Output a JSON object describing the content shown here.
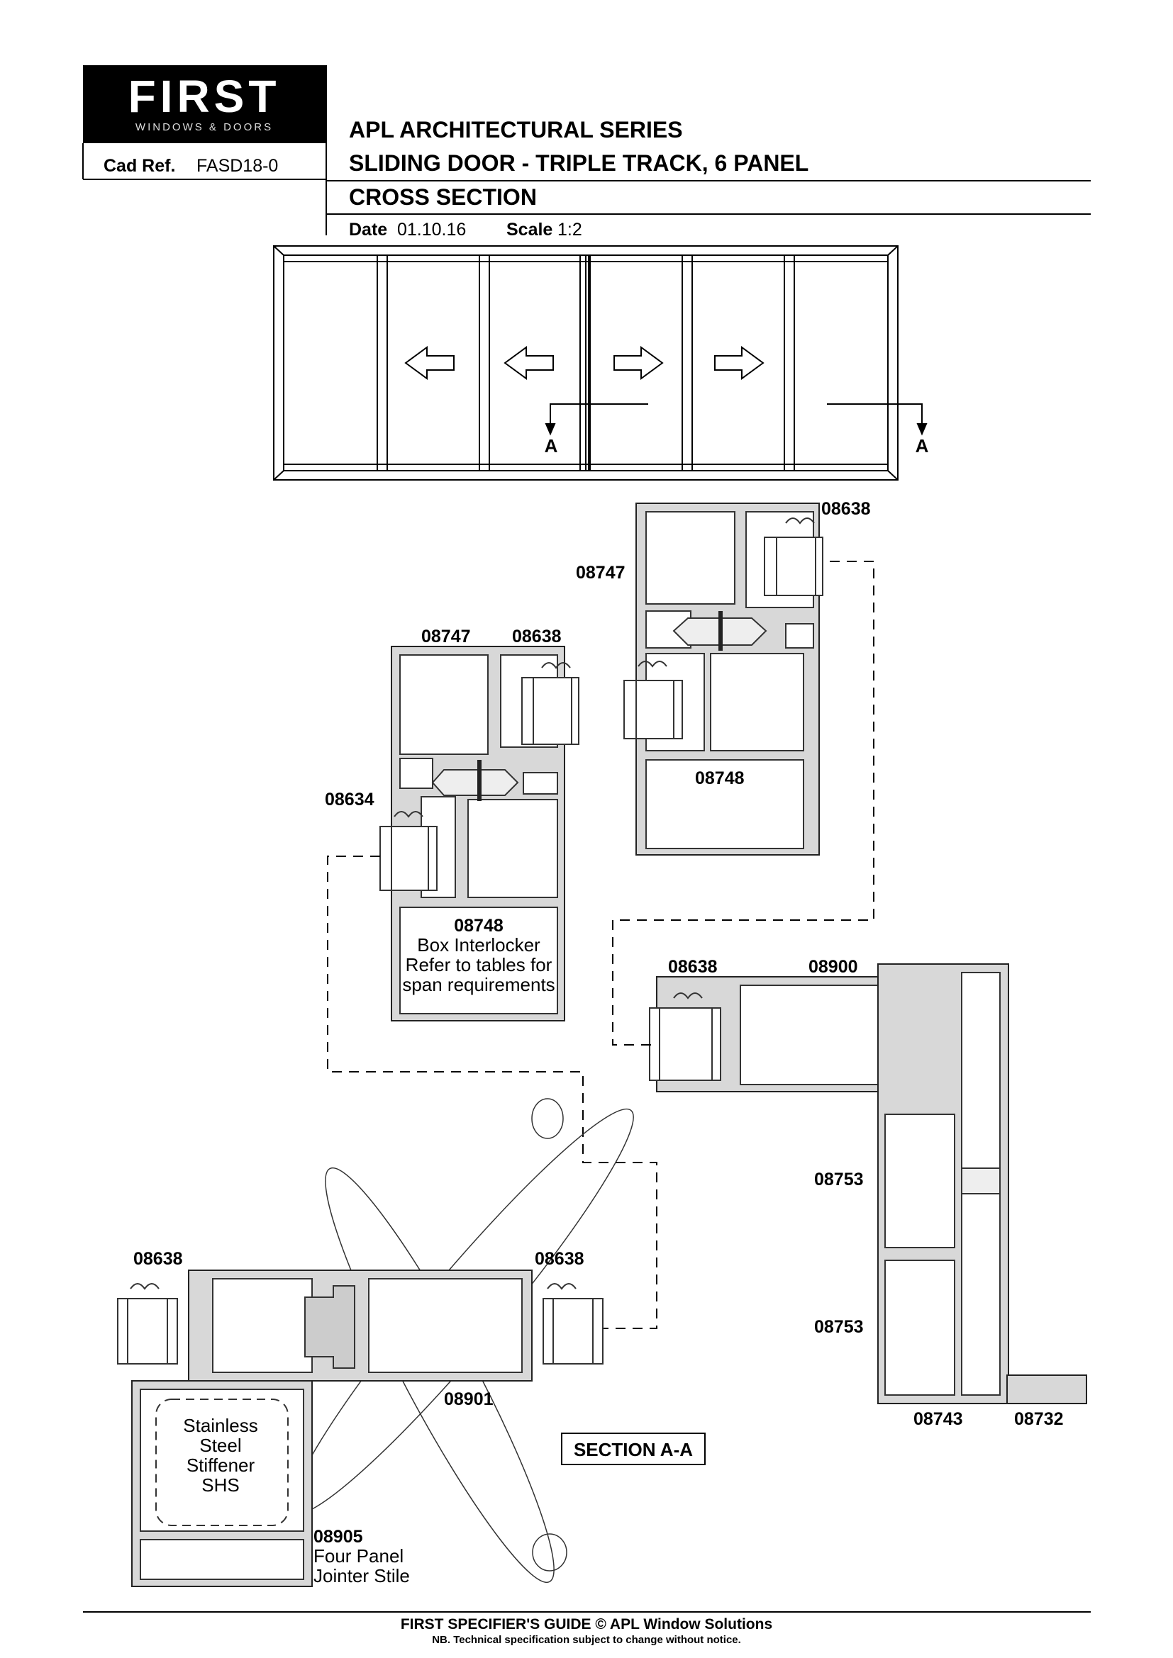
{
  "header": {
    "logo_text": "FIRST",
    "logo_subtitle": "WINDOWS & DOORS",
    "cad_ref_label": "Cad Ref.",
    "cad_ref_value": "FASD18-0",
    "series": "APL ARCHITECTURAL SERIES",
    "product": "SLIDING DOOR - TRIPLE TRACK, 6 PANEL",
    "view": "CROSS SECTION",
    "date_label": "Date",
    "date_value": "01.10.16",
    "scale_label": "Scale",
    "scale_value": "1:2"
  },
  "elevation": {
    "section_marker_left": "A",
    "section_marker_right": "A"
  },
  "labels": {
    "top_right_08638": "08638",
    "top_right_08747": "08747",
    "top_right_08748": "08748",
    "mid_08747": "08747",
    "mid_08638": "08638",
    "mid_08634": "08634",
    "mid_08748": "08748",
    "box_interlocker_1": "Box Interlocker",
    "box_interlocker_2": "Refer to tables for",
    "box_interlocker_3": "span requirements",
    "right_08638": "08638",
    "right_08900": "08900",
    "right_08753_a": "08753",
    "right_08753_b": "08753",
    "right_08743": "08743",
    "right_08732": "08732",
    "bottom_left_08638": "08638",
    "bottom_right_08638": "08638",
    "bottom_08901": "08901",
    "stiffener_1": "Stainless",
    "stiffener_2": "Steel",
    "stiffener_3": "Stiffener",
    "stiffener_4": "SHS",
    "jointer_1": "08905",
    "jointer_2": "Four Panel",
    "jointer_3": "Jointer Stile",
    "section_title": "SECTION A-A"
  },
  "footer": {
    "guide": "FIRST SPECIFIER'S GUIDE  © APL Window Solutions",
    "note": "NB. Technical specification subject to change without notice."
  }
}
